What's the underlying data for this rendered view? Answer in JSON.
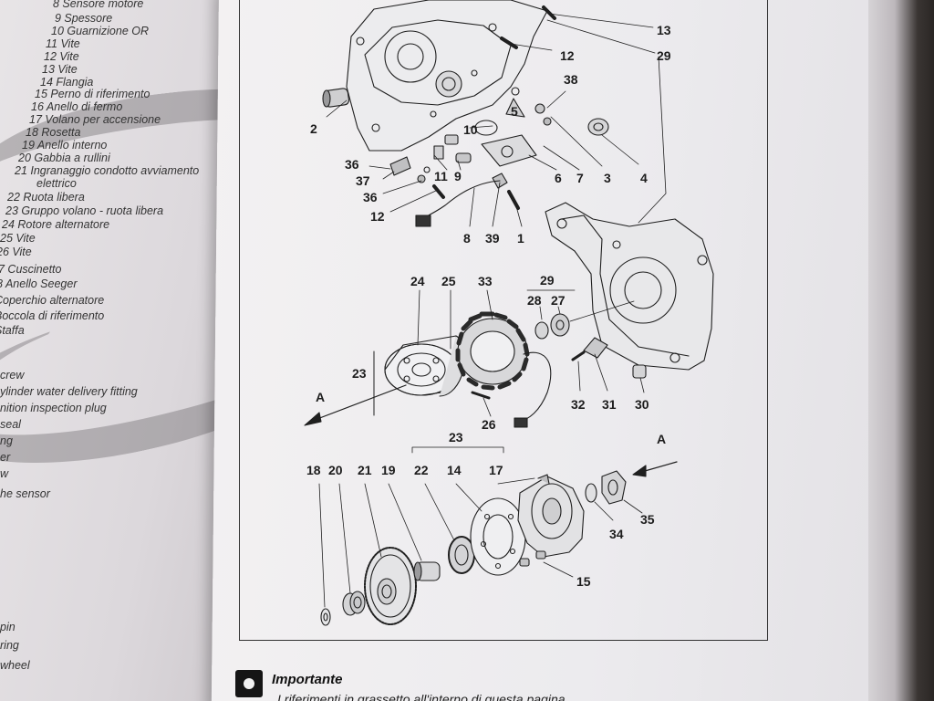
{
  "legend_lines": [
    "8  Sensore motore",
    "9  Spessore",
    "10  Guarnizione OR",
    "11  Vite",
    "12  Vite",
    "13  Vite",
    "14  Flangia",
    "15  Perno di riferimento",
    "16  Anello di fermo",
    "17  Volano per accensione",
    "18  Rosetta",
    "19  Anello interno",
    "20  Gabbia a rullini",
    "21  Ingranaggio condotto avviamento",
    "elettrico",
    "22  Ruota libera",
    "23  Gruppo volano - ruota libera",
    "24  Rotore alternatore",
    "25  Vite",
    "26  Vite",
    "7  Cuscinetto",
    "8  Anello Seeger",
    "  Coperchio alternatore",
    "  Boccola di riferimento",
    "  Staffa",
    "crew",
    "ylinder water delivery fitting",
    "nition inspection plug",
    "seal",
    "ng",
    "er",
    "w",
    "he sensor",
    "pin",
    "ring",
    "wheel"
  ],
  "callouts": {
    "c13": "13",
    "c29a": "29",
    "c12a": "12",
    "c38": "38",
    "c5": "5",
    "c2": "2",
    "c10": "10",
    "c3": "3",
    "c4": "4",
    "c6": "6",
    "c7": "7",
    "c36a": "36",
    "c11": "11",
    "c9": "9",
    "c37": "37",
    "c36b": "36",
    "c12b": "12",
    "c8": "8",
    "c39": "39",
    "c1": "1",
    "c24": "24",
    "c25": "25",
    "c33": "33",
    "c29b": "29",
    "c28": "28",
    "c27": "27",
    "c23a": "23",
    "cA1": "A",
    "c26": "26",
    "c32": "32",
    "c31": "31",
    "c30": "30",
    "c23b": "23",
    "cA2": "A",
    "c18": "18",
    "c20": "20",
    "c21": "21",
    "c19": "19",
    "c22": "22",
    "c14": "14",
    "c17": "17",
    "c34": "34",
    "c35": "35",
    "c15": "15"
  },
  "important": {
    "title": "Importante",
    "text": "I riferimenti in grassetto all'interno di questa pagina"
  }
}
